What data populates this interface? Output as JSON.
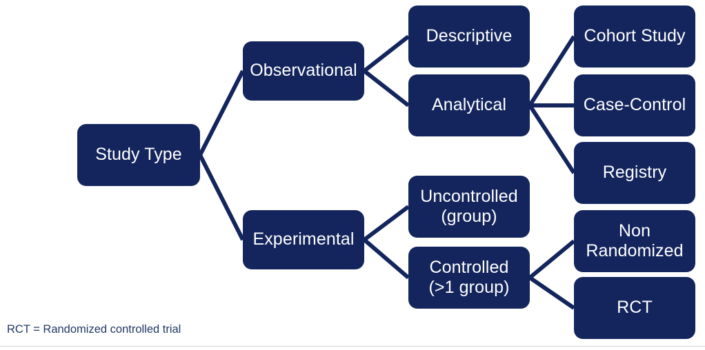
{
  "diagram": {
    "title_text": "Study Type",
    "accent_color": "#13255c",
    "footnote_color": "#1f3864",
    "background_color": "#ffffff",
    "rule_color": "#d4d4d4",
    "nodes": {
      "root": "Study Type",
      "observational": "Observational",
      "experimental": "Experimental",
      "descriptive": "Descriptive",
      "analytical": "Analytical",
      "uncontrolled_line1": "Uncontrolled",
      "uncontrolled_line2": "(group)",
      "controlled_line1": "Controlled",
      "controlled_line2": "(>1 group)",
      "cohort_study": "Cohort Study",
      "case_control": "Case-Control",
      "registry": "Registry",
      "non_randomized_line1": "Non",
      "non_randomized_line2": "Randomized",
      "rct": "RCT"
    },
    "footnote": "RCT = Randomized controlled trial"
  }
}
